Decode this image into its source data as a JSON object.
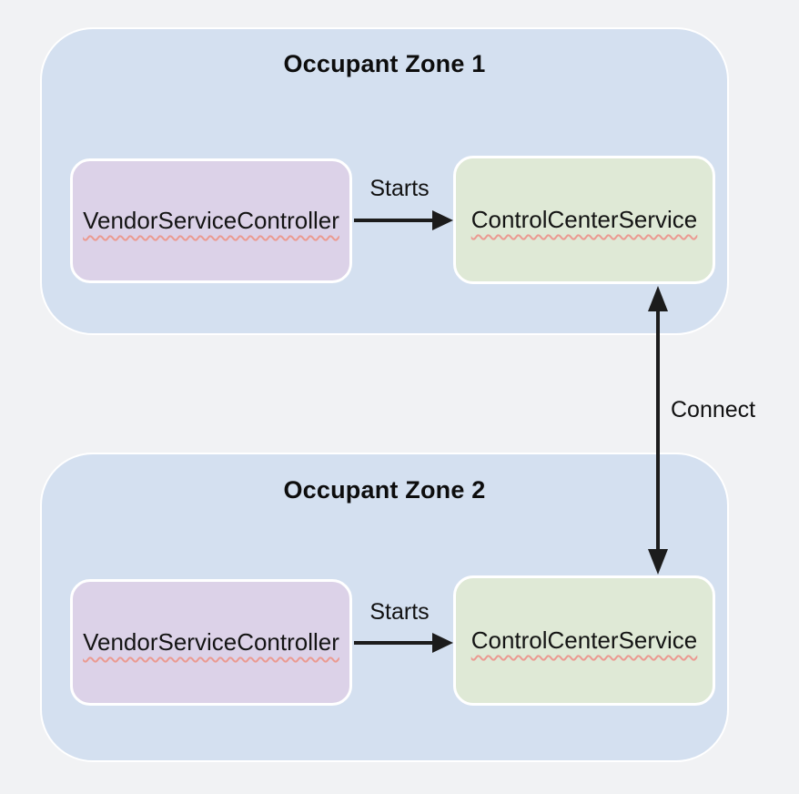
{
  "diagram": {
    "zones": [
      {
        "title": "Occupant Zone 1",
        "controller_label": "VendorServiceController",
        "service_label": "ControlCenterService",
        "edge_label": "Starts"
      },
      {
        "title": "Occupant Zone 2",
        "controller_label": "VendorServiceController",
        "service_label": "ControlCenterService",
        "edge_label": "Starts"
      }
    ],
    "connect_label": "Connect",
    "colors": {
      "background": "#f1f2f4",
      "zone_fill": "#d4e0f0",
      "zone_border": "#ffffff",
      "controller_fill": "#dcd2e8",
      "service_fill": "#dfe9d6",
      "node_border": "#ffffff",
      "arrow": "#1c1c1c",
      "spellcheck_underline": "#eb9a91",
      "text": "#0d0d0d"
    }
  }
}
